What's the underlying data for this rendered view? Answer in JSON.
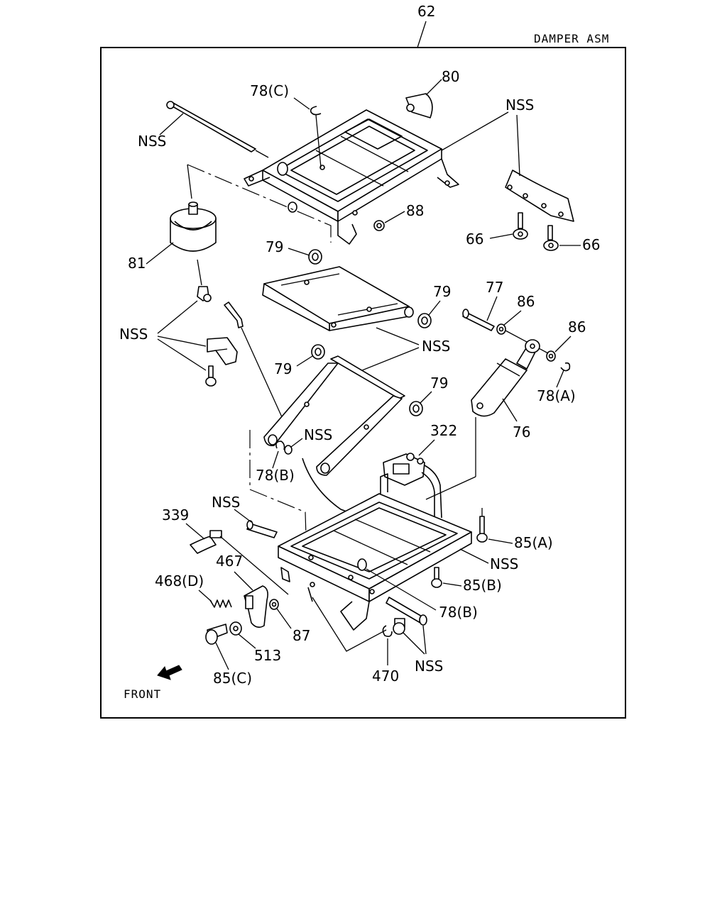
{
  "assembly_number": "62",
  "assembly_title": "DAMPER ASM",
  "front_label": "FRONT",
  "labels": {
    "l80": "80",
    "l78c": "78(C)",
    "nss_rod": "NSS",
    "nss_bracket": "NSS",
    "l88": "88",
    "l66a": "66",
    "l66b": "66",
    "l81": "81",
    "l79a": "79",
    "l79b": "79",
    "l77": "77",
    "l86a": "86",
    "l86b": "86",
    "nss_left": "NSS",
    "nss_mid": "NSS",
    "l79c": "79",
    "l79d": "79",
    "l78a": "78(A)",
    "l322": "322",
    "nss_pin": "NSS",
    "l76": "76",
    "l78b1": "78(B)",
    "nss_shaft": "NSS",
    "l339": "339",
    "l85a": "85(A)",
    "l467": "467",
    "nss_frame": "NSS",
    "l468d": "468(D)",
    "l85b": "85(B)",
    "l78b2": "78(B)",
    "l87": "87",
    "l513": "513",
    "l470": "470",
    "nss_bolt": "NSS",
    "l85c": "85(C)"
  }
}
